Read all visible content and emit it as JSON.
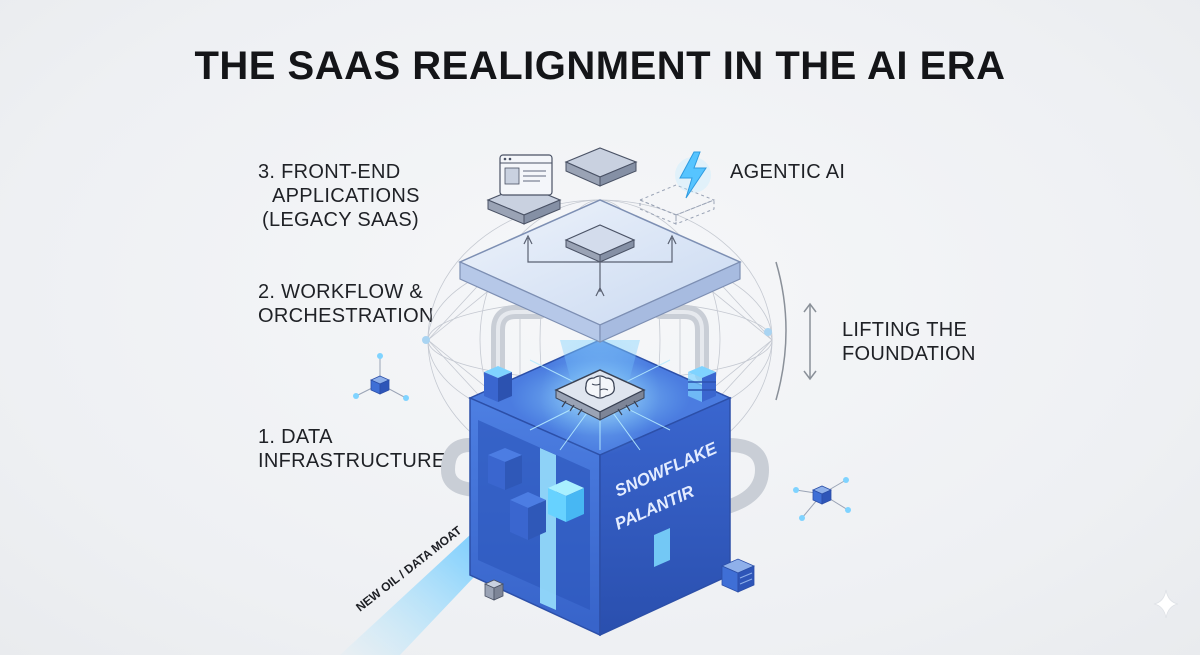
{
  "title": "THE SAAS REALIGNMENT IN THE AI ERA",
  "labels": {
    "front_end_line1": "3. FRONT-END",
    "front_end_line2": "APPLICATIONS",
    "front_end_line3": "(LEGACY SAAS)",
    "agentic_ai": "AGENTIC AI",
    "workflow_line1": "2. WORKFLOW &",
    "workflow_line2": "ORCHESTRATION",
    "lifting_line1": "LIFTING THE",
    "lifting_line2": "FOUNDATION",
    "data_infra_line1": "1. DATA",
    "data_infra_line2": "INFRASTRUCTURE",
    "cube_text_1": "SNOWFLAKE",
    "cube_text_2": "PALANTIR",
    "beam_text": "NEW OIL / DATA MOAT"
  },
  "colors": {
    "cube_front": "#3f6fd6",
    "cube_right": "#2e55b8",
    "cube_top": "#4a7be0",
    "platform_top": "#dbe6f7",
    "platform_side": "#b9cbea",
    "glow": "#7fd3ff",
    "text": "#1f2126"
  },
  "icons": [
    "brain-chip-icon",
    "lightning-icon",
    "browser-window-icon",
    "sparkle-icon",
    "network-node-icon"
  ]
}
